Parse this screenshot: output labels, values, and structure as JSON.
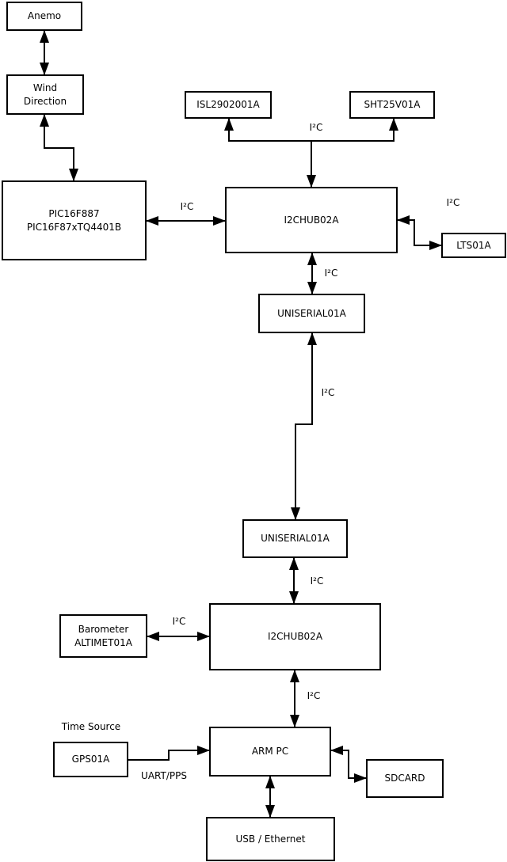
{
  "diagram": {
    "background": "#ffffff",
    "line_color": "#000000",
    "nodes": [
      {
        "id": "anemo",
        "label": "Anemo"
      },
      {
        "id": "wind-direction",
        "label": "Wind\nDirection"
      },
      {
        "id": "pic",
        "label": "PIC16F887\nPIC16F87xTQ4401B"
      },
      {
        "id": "isl29020",
        "label": "ISL2902001A"
      },
      {
        "id": "sht25",
        "label": "SHT25V01A"
      },
      {
        "id": "i2chub-top",
        "label": "I2CHUB02A"
      },
      {
        "id": "lts01a",
        "label": "LTS01A"
      },
      {
        "id": "uniserial-top",
        "label": "UNISERIAL01A"
      },
      {
        "id": "uniserial-bottom",
        "label": "UNISERIAL01A"
      },
      {
        "id": "i2chub-bottom",
        "label": "I2CHUB02A"
      },
      {
        "id": "barometer",
        "label": "Barometer\nALTIMET01A"
      },
      {
        "id": "gps01a",
        "label": "GPS01A"
      },
      {
        "id": "arm-pc",
        "label": "ARM PC"
      },
      {
        "id": "sdcard",
        "label": "SDCARD"
      },
      {
        "id": "usb-ethernet",
        "label": "USB / Ethernet"
      }
    ],
    "edge_labels": [
      {
        "id": "i2c-hub-sensors",
        "text": "I²C"
      },
      {
        "id": "i2c-pic-hub",
        "text": "I²C"
      },
      {
        "id": "i2c-hub-lts",
        "text": "I²C"
      },
      {
        "id": "i2c-hub-uniserial",
        "text": "I²C"
      },
      {
        "id": "i2c-uniserial-link",
        "text": "I²C"
      },
      {
        "id": "i2c-uniserial-hub2",
        "text": "I²C"
      },
      {
        "id": "i2c-baro-hub2",
        "text": "I²C"
      },
      {
        "id": "i2c-hub2-armpc",
        "text": "I²C"
      },
      {
        "id": "uart-pps",
        "text": "UART/PPS"
      },
      {
        "id": "time-source",
        "text": "Time Source"
      }
    ],
    "edges": [
      {
        "from": "anemo",
        "to": "wind-direction",
        "label": "",
        "arrows": "both"
      },
      {
        "from": "wind-direction",
        "to": "pic",
        "label": "",
        "arrows": "both"
      },
      {
        "from": "i2chub-top",
        "to": "isl29020 / sht25",
        "label": "I²C",
        "arrows": "to-sensors-and-hub"
      },
      {
        "from": "pic",
        "to": "i2chub-top",
        "label": "I²C",
        "arrows": "both"
      },
      {
        "from": "i2chub-top",
        "to": "lts01a",
        "label": "I²C",
        "arrows": "both"
      },
      {
        "from": "i2chub-top",
        "to": "uniserial-top",
        "label": "I²C",
        "arrows": "both"
      },
      {
        "from": "uniserial-top",
        "to": "uniserial-bottom",
        "label": "I²C",
        "arrows": "both"
      },
      {
        "from": "uniserial-bottom",
        "to": "i2chub-bottom",
        "label": "I²C",
        "arrows": "both"
      },
      {
        "from": "barometer",
        "to": "i2chub-bottom",
        "label": "I²C",
        "arrows": "both"
      },
      {
        "from": "i2chub-bottom",
        "to": "arm-pc",
        "label": "I²C",
        "arrows": "both"
      },
      {
        "from": "gps01a",
        "to": "arm-pc",
        "label": "UART/PPS",
        "arrows": "end"
      },
      {
        "from": "arm-pc",
        "to": "sdcard",
        "label": "",
        "arrows": "both"
      },
      {
        "from": "arm-pc",
        "to": "usb-ethernet",
        "label": "",
        "arrows": "both"
      }
    ]
  }
}
